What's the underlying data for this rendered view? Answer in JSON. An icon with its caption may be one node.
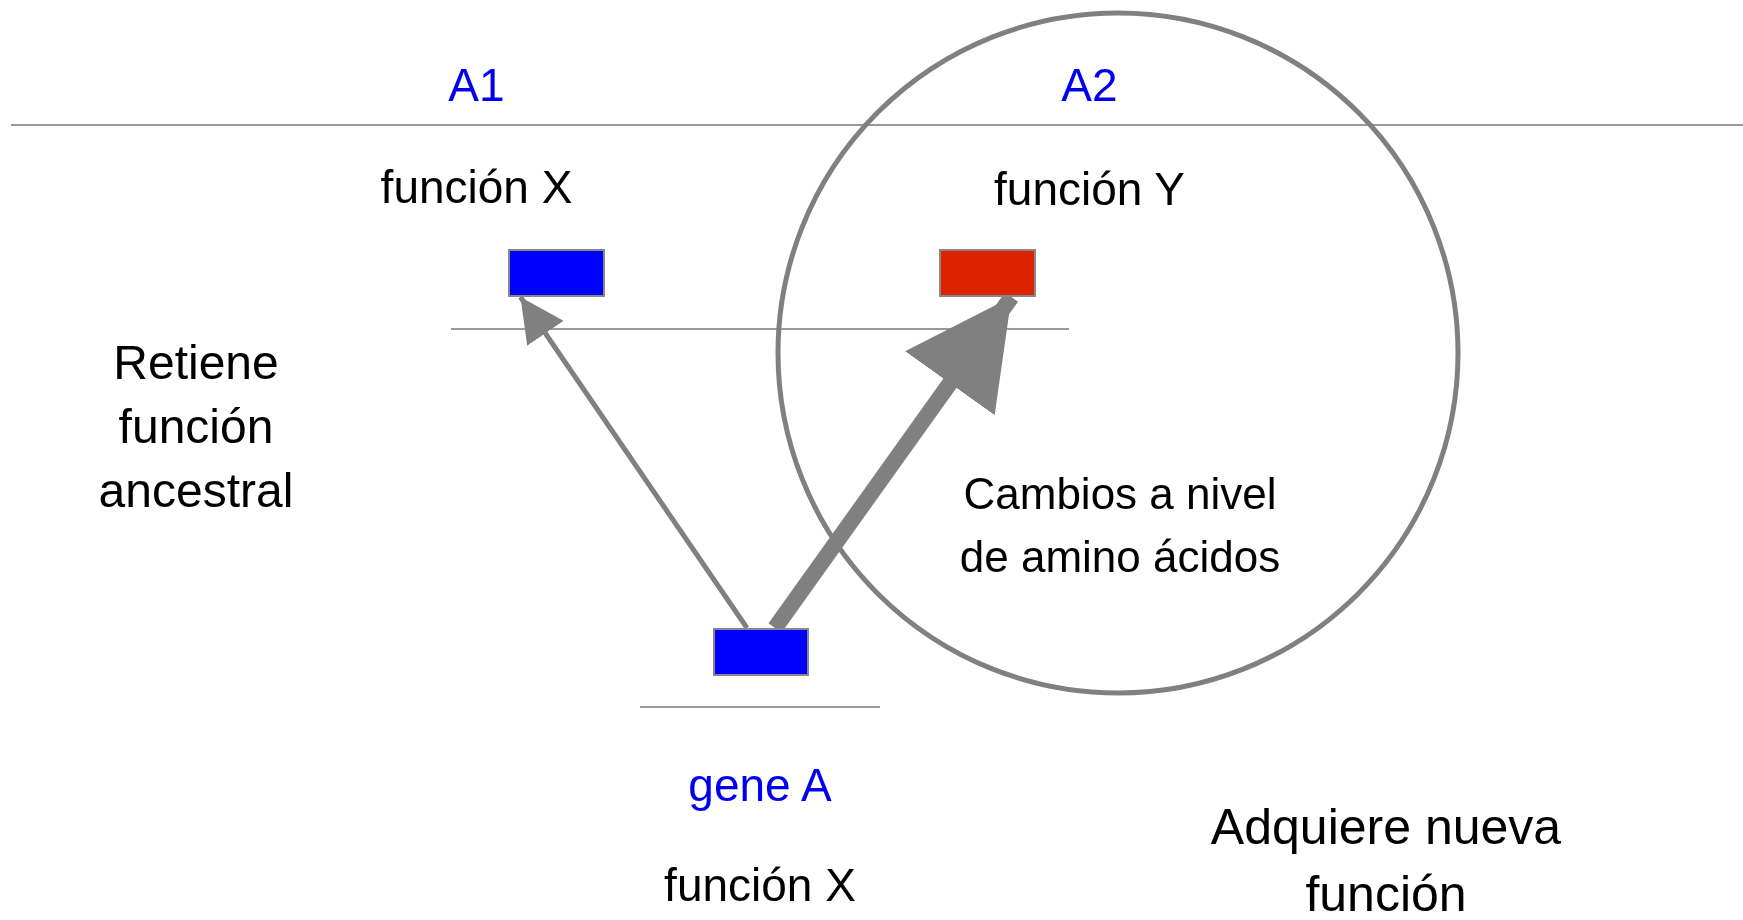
{
  "diagram": {
    "nodes": [
      {
        "text": [],
        "shape": "box",
        "beside": [
          "A1",
          "función X"
        ]
      },
      {
        "text": [
          "Cambios a nivel de amino ácidos"
        ]
      },
      {
        "text": [],
        "shape": "box",
        "in": 1,
        "beside": [
          "A2",
          "función Y"
        ]
      },
      {
        "text": [],
        "shape": "box",
        "beside": [
          "gene A",
          "función X"
        ]
      }
    ],
    "edges": [
      {
        "from": 3,
        "to": 0,
        "arrow": "to"
      },
      {
        "from": 3,
        "to": 2,
        "arrow": "to",
        "style": "thick"
      }
    ],
    "labels": [
      "Retiene función ancestral",
      "Adquiere nueva función"
    ]
  }
}
